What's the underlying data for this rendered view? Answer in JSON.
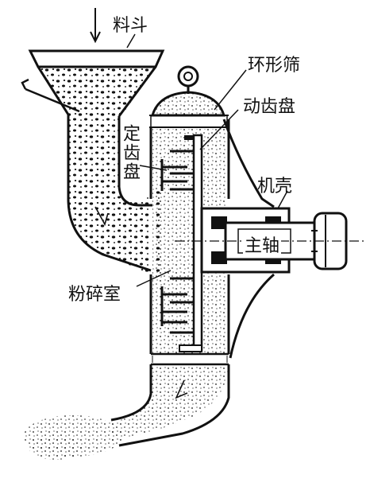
{
  "labels": {
    "hopper": "料斗",
    "ring_screen": "环形筛",
    "moving_disc": "动齿盘",
    "fixed_disc": "定齿盘",
    "casing": "机壳",
    "main_shaft": "主轴",
    "crushing_chamber": "粉碎室"
  },
  "colors": {
    "ink": "#111111",
    "paper": "#ffffff"
  }
}
